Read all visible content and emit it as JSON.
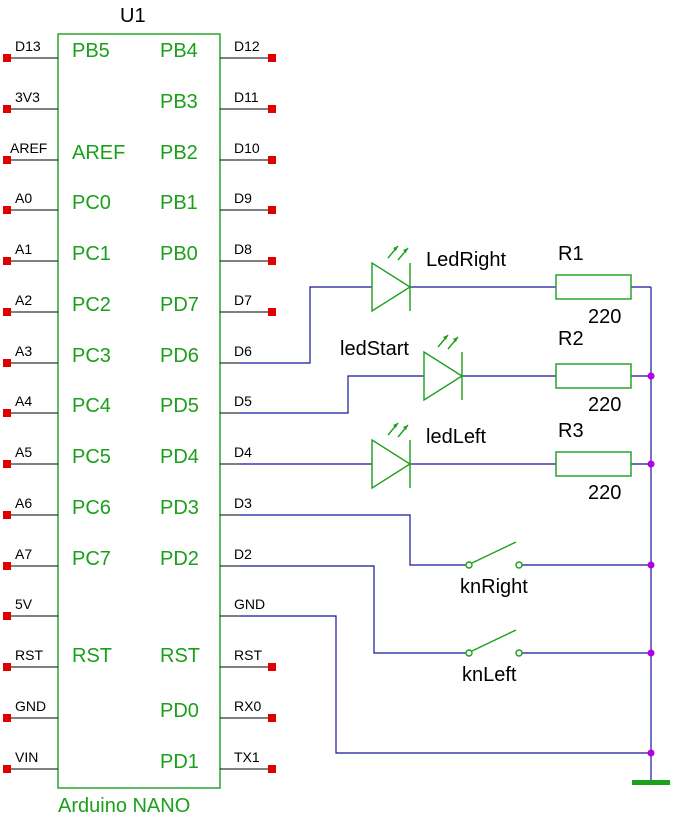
{
  "chip": {
    "ref": "U1",
    "name": "Arduino NANO",
    "left_pins": [
      {
        "ext": "D13",
        "int": "PB5"
      },
      {
        "ext": "3V3",
        "int": ""
      },
      {
        "ext": "AREF",
        "int": "AREF"
      },
      {
        "ext": "A0",
        "int": "PC0"
      },
      {
        "ext": "A1",
        "int": "PC1"
      },
      {
        "ext": "A2",
        "int": "PC2"
      },
      {
        "ext": "A3",
        "int": "PC3"
      },
      {
        "ext": "A4",
        "int": "PC4"
      },
      {
        "ext": "A5",
        "int": "PC5"
      },
      {
        "ext": "A6",
        "int": "PC6"
      },
      {
        "ext": "A7",
        "int": "PC7"
      },
      {
        "ext": "5V",
        "int": ""
      },
      {
        "ext": "RST",
        "int": "RST"
      },
      {
        "ext": "GND",
        "int": ""
      },
      {
        "ext": "VIN",
        "int": ""
      }
    ],
    "right_pins": [
      {
        "ext": "D12",
        "int": "PB4"
      },
      {
        "ext": "D11",
        "int": "PB3"
      },
      {
        "ext": "D10",
        "int": "PB2"
      },
      {
        "ext": "D9",
        "int": "PB1"
      },
      {
        "ext": "D8",
        "int": "PB0"
      },
      {
        "ext": "D7",
        "int": "PD7"
      },
      {
        "ext": "D6",
        "int": "PD6"
      },
      {
        "ext": "D5",
        "int": "PD5"
      },
      {
        "ext": "D4",
        "int": "PD4"
      },
      {
        "ext": "D3",
        "int": "PD3"
      },
      {
        "ext": "D2",
        "int": "PD2"
      },
      {
        "ext": "GND",
        "int": ""
      },
      {
        "ext": "RST",
        "int": "RST"
      },
      {
        "ext": "RX0",
        "int": "PD0"
      },
      {
        "ext": "TX1",
        "int": "PD1"
      }
    ]
  },
  "leds": [
    {
      "name": "LedRight"
    },
    {
      "name": "ledStart"
    },
    {
      "name": "ledLeft"
    }
  ],
  "resistors": [
    {
      "ref": "R1",
      "value": "220"
    },
    {
      "ref": "R2",
      "value": "220"
    },
    {
      "ref": "R3",
      "value": "220"
    }
  ],
  "switches": [
    {
      "name": "knRight"
    },
    {
      "name": "knLeft"
    }
  ],
  "colors": {
    "component": "#1aa01a",
    "wire": "#1414a0",
    "terminal": "#e00000",
    "junction": "#b400e0",
    "ground": "#1aa01a"
  }
}
